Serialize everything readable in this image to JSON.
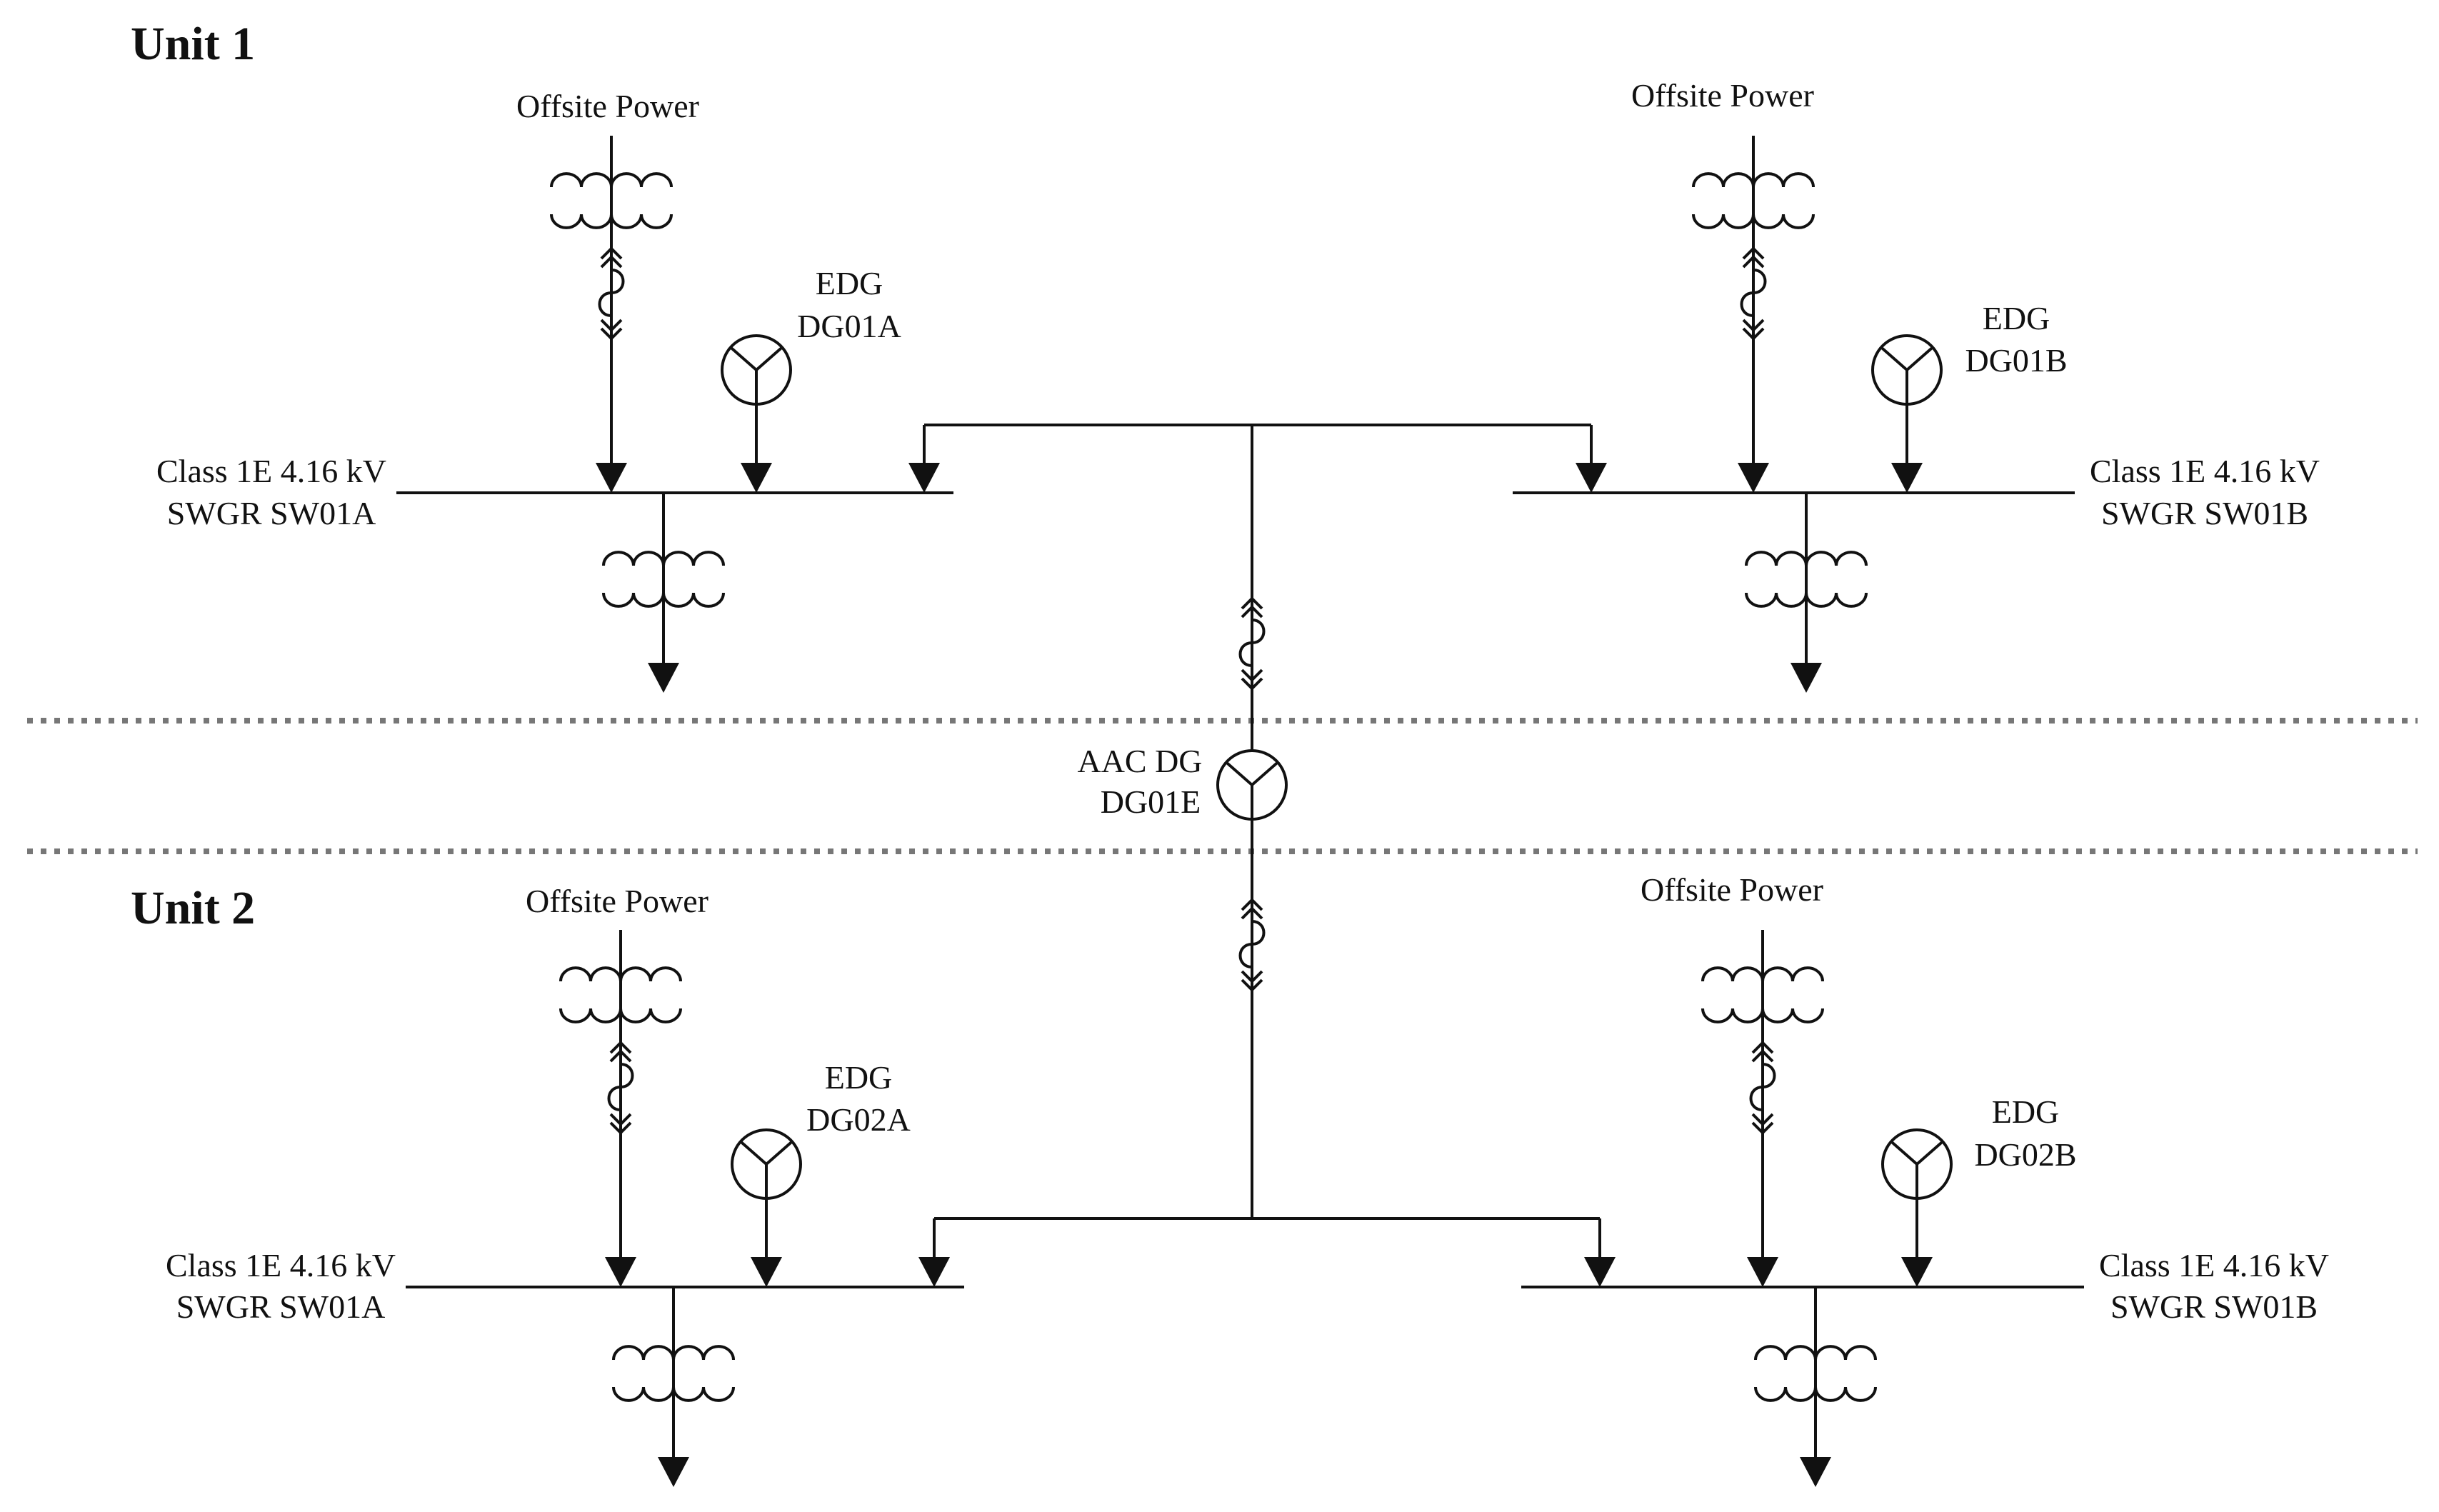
{
  "units": [
    {
      "label": "Unit 1"
    },
    {
      "label": "Unit 2"
    }
  ],
  "labels": {
    "u1_left_offsite": "Offsite Power",
    "u1_right_offsite": "Offsite Power",
    "u2_left_offsite": "Offsite Power",
    "u2_right_offsite": "Offsite Power",
    "u1_left_edg_1": "EDG",
    "u1_left_edg_2": "DG01A",
    "u1_right_edg_1": "EDG",
    "u1_right_edg_2": "DG01B",
    "u2_left_edg_1": "EDG",
    "u2_left_edg_2": "DG02A",
    "u2_right_edg_1": "EDG",
    "u2_right_edg_2": "DG02B",
    "u1_left_bus_1": "Class 1E 4.16 kV",
    "u1_left_bus_2": "SWGR SW01A",
    "u1_right_bus_1": "Class 1E 4.16 kV",
    "u1_right_bus_2": "SWGR SW01B",
    "u2_left_bus_1": "Class 1E 4.16 kV",
    "u2_left_bus_2": "SWGR SW01A",
    "u2_right_bus_1": "Class 1E 4.16 kV",
    "u2_right_bus_2": "SWGR SW01B",
    "aac_1": "AAC DG",
    "aac_2": "DG01E"
  }
}
